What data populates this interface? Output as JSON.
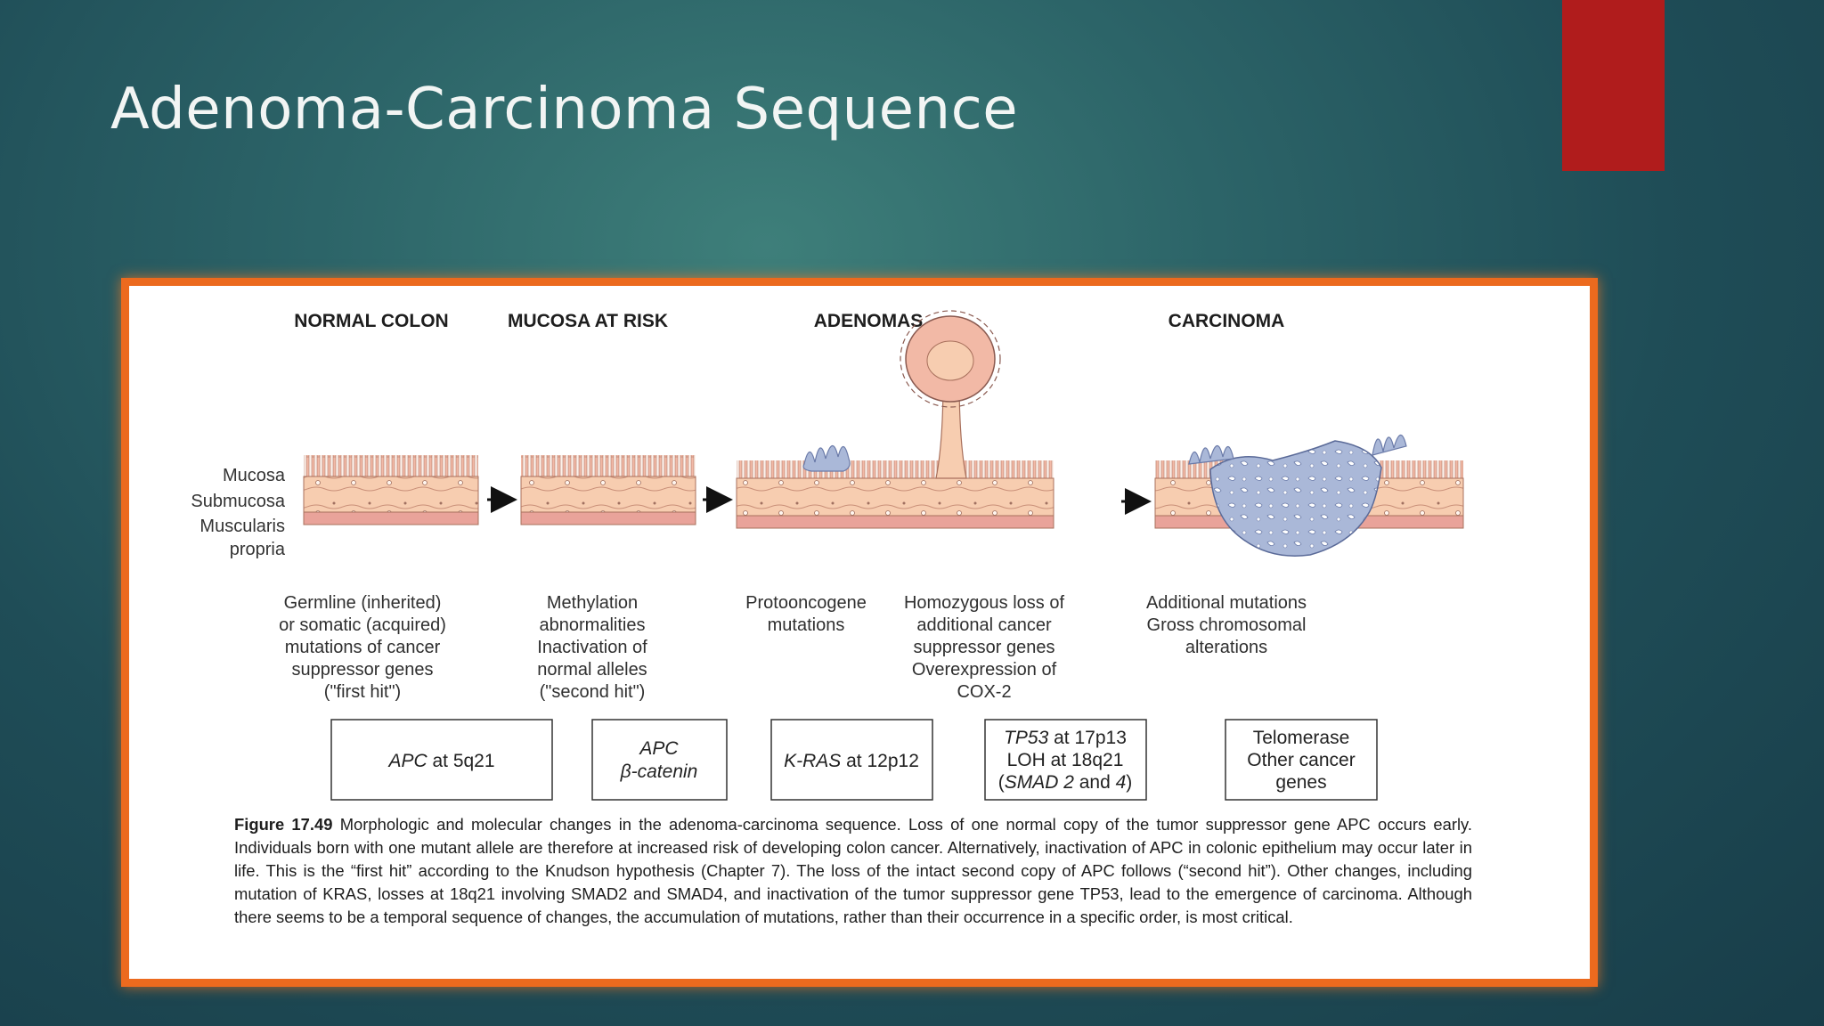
{
  "slide": {
    "title": "Adenoma-Carcinoma Sequence",
    "accent_color": "#b01c1c",
    "frame_color": "#ec6a1e"
  },
  "stages": [
    {
      "heading": "NORMAL COLON"
    },
    {
      "heading": "MUCOSA AT RISK"
    },
    {
      "heading": "ADENOMAS"
    },
    {
      "heading": "CARCINOMA"
    }
  ],
  "layers": [
    "Mucosa",
    "Submucosa",
    "Muscularis",
    "propria"
  ],
  "events": [
    [
      "Germline (inherited)",
      "or somatic (acquired)",
      "mutations of cancer",
      "suppressor genes",
      "(\"first hit\")"
    ],
    [
      "Methylation",
      "abnormalities",
      "Inactivation of",
      "normal alleles",
      "(\"second hit\")"
    ],
    [
      "Protooncogene",
      "mutations"
    ],
    [
      "Homozygous loss of",
      "additional cancer",
      "suppressor genes",
      "Overexpression of",
      "COX-2"
    ],
    [
      "Additional mutations",
      "Gross chromosomal",
      "alterations"
    ]
  ],
  "gene_boxes": [
    {
      "gene": "APC",
      "rest": " at 5q21"
    },
    {
      "line1": "APC",
      "line2": "β-catenin"
    },
    {
      "gene": "K-RAS",
      "rest": " at 12p12"
    },
    {
      "line1_gene": "TP53",
      "line1_rest": " at 17p13",
      "line2": "LOH at 18q21",
      "line3_open": "(",
      "line3_gene": "SMAD 2",
      "line3_mid": " and ",
      "line3_num": "4",
      "line3_close": ")"
    },
    {
      "line1": "Telomerase",
      "line2": "Other cancer",
      "line3": "genes"
    }
  ],
  "caption": {
    "label": "Figure 17.49",
    "text": "Morphologic and molecular changes in the adenoma-carcinoma sequence. Loss of one normal copy of the tumor suppressor gene APC occurs early. Individuals born with one mutant allele are therefore at increased risk of developing colon cancer. Alternatively, inactivation of APC in colonic epithelium may occur later in life. This is the “first hit” according to the Knudson hypothesis (Chapter 7). The loss of the intact second copy of APC follows (“second hit”). Other changes, including mutation of KRAS, losses at 18q21 involving SMAD2 and SMAD4, and inactivation of the tumor suppressor gene TP53, lead to the emergence of carcinoma. Although there seems to be a temporal sequence of changes, the accumulation of mutations, rather than their occurrence in a specific order, is most critical."
  }
}
